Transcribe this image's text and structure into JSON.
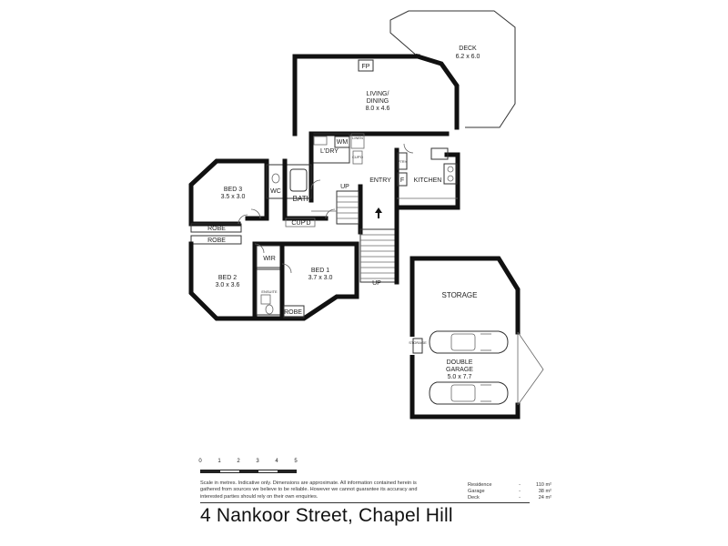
{
  "plan": {
    "rooms": {
      "deck": {
        "name": "DECK",
        "dims": "6.2 x 6.0"
      },
      "living": {
        "name_1": "LIVING/",
        "name_2": "DINING",
        "dims": "8.0 x 4.6"
      },
      "bed3": {
        "name": "BED 3",
        "dims": "3.5 x 3.0"
      },
      "bed2": {
        "name": "BED 2",
        "dims": "3.0 x 3.6"
      },
      "bed1": {
        "name": "BED 1",
        "dims": "3.7 x 3.0"
      },
      "garage": {
        "name_1": "DOUBLE",
        "name_2": "GARAGE",
        "dims": "5.0 x 7.7"
      }
    },
    "labels": {
      "fp": "FP",
      "wm": "WM",
      "ldry": "L'DRY",
      "linen": "LINEN",
      "cupd_small": "CUP'D",
      "wc": "WC",
      "bath": "BATH",
      "cupd": "CUP'D",
      "up_1": "UP",
      "up_2": "UP",
      "entry": "ENTRY",
      "kitchen": "KITCHEN",
      "pantry": "PTRY",
      "fridge": "F",
      "robe_1": "ROBE",
      "robe_2": "ROBE",
      "robe_3": "ROBE",
      "wir": "WIR",
      "ensuite": "ENSUITE",
      "storage": "STORAGE",
      "store_small": "STORAGE"
    }
  },
  "scale": {
    "ticks": [
      "0",
      "1",
      "2",
      "3",
      "4",
      "5"
    ]
  },
  "disclaimer": "Scale in metres. Indicative only. Dimensions are approximate.  All information contained herein is gathered from sources we believe to be reliable. However we cannot guarantee its accuracy and interested parties should rely on their own enquiries.",
  "areas": [
    {
      "label": "Residence",
      "dash": "-",
      "value": "110 m²"
    },
    {
      "label": "Garage",
      "dash": "-",
      "value": "38 m²"
    },
    {
      "label": "Deck",
      "dash": "-",
      "value": "24 m²"
    }
  ],
  "address": "4 Nankoor Street, Chapel Hill"
}
